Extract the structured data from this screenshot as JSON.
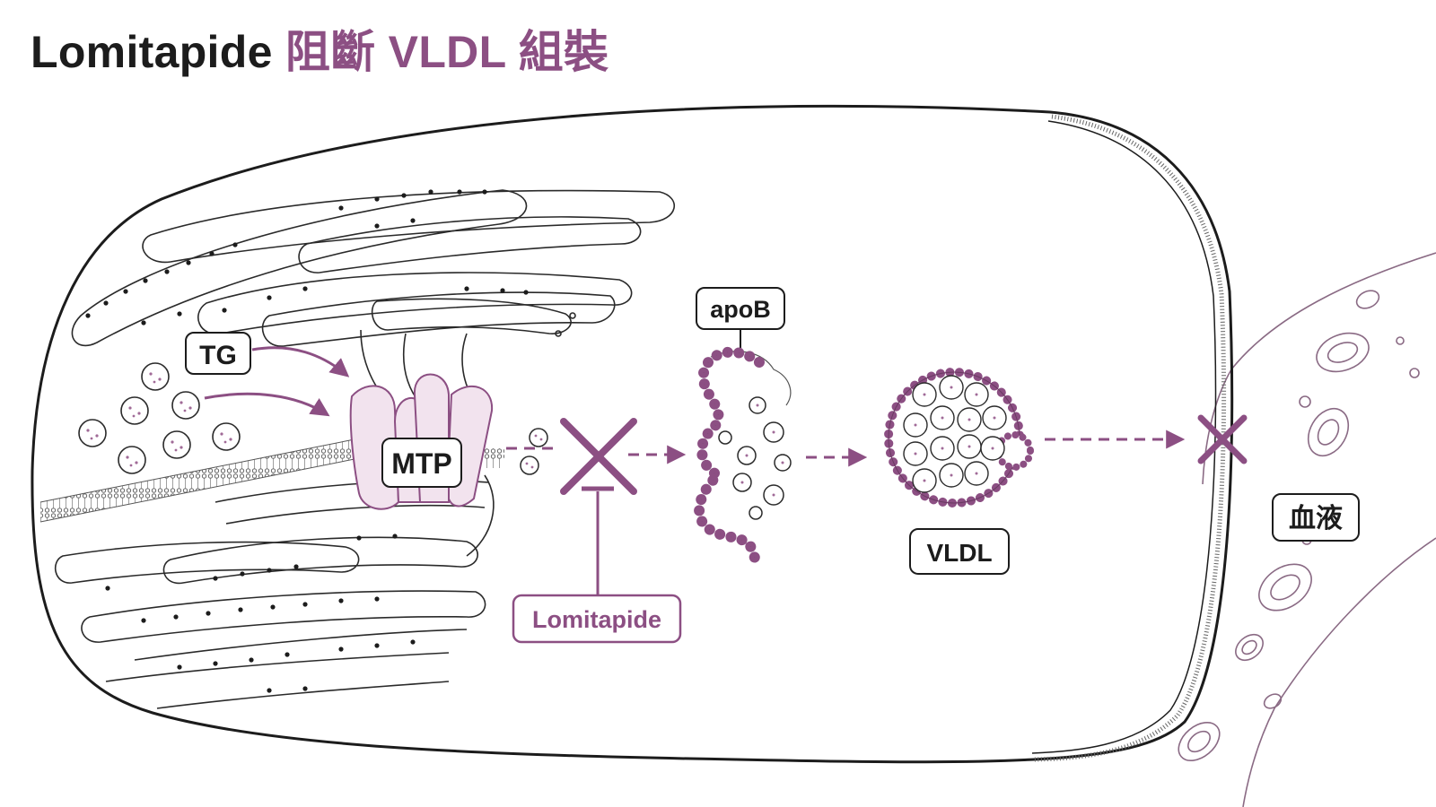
{
  "title": {
    "drug": "Lomitapide",
    "action": "阻斷 VLDL 組裝"
  },
  "labels": {
    "tg": "TG",
    "mtp": "MTP",
    "apob": "apoB",
    "vldl": "VLDL",
    "lomitapide": "Lomitapide",
    "blood": "血液"
  },
  "colors": {
    "accent": "#8c4f83",
    "accent_light": "#f2e3ee",
    "ink": "#1c1c1c"
  }
}
